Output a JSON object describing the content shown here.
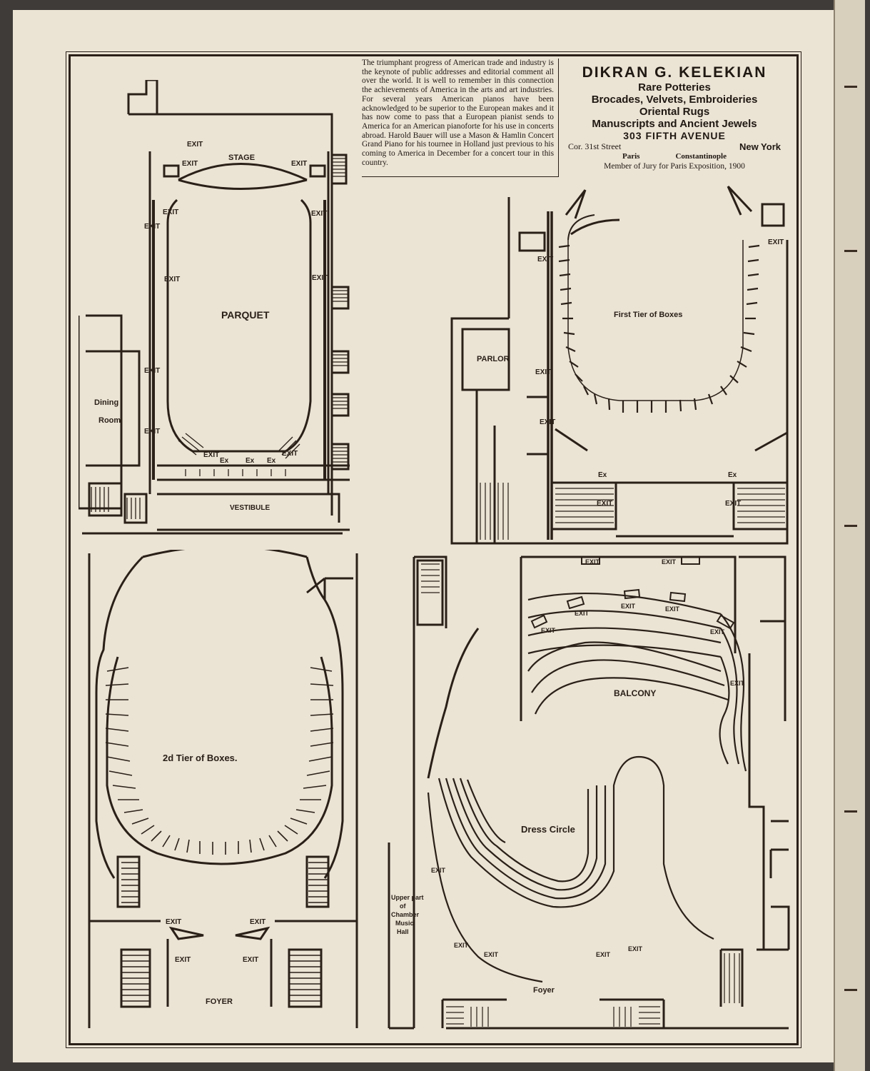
{
  "article": {
    "text": "The triumphant progress of American trade and industry is the keynote of public addresses and editorial comment all over the world. It is well to remember in this connection the achievements of America in the arts and art industries. For several years American pianos have been acknowledged to be superior to the European makes and it has now come to pass that a European pianist sends to America for an American pianoforte for his use in concerts abroad. Harold Bauer will use a Mason & Hamlin Concert Grand Piano for his tournee in Holland just previous to his coming to America in December for a concert tour in this country."
  },
  "advert": {
    "name": "DIKRAN G. KELEKIAN",
    "line1": "Rare Potteries",
    "line2": "Brocades, Velvets, Embroideries",
    "line3": "Oriental Rugs",
    "line4": "Manuscripts and Ancient Jewels",
    "address": "303 FIFTH AVENUE",
    "corner": "Cor. 31st Street",
    "city": "New York",
    "branch1": "Paris",
    "branch2": "Constantinople",
    "jury": "Member of Jury for Paris Exposition, 1900"
  },
  "plans": {
    "parquet": {
      "stage": "STAGE",
      "parquet": "PARQUET",
      "vestibule": "VESTIBULE",
      "dining": "Dining",
      "room": "Room",
      "exit": "EXIT",
      "ex": "Ex"
    },
    "first_tier": {
      "title": "First Tier of Boxes",
      "parlor": "PARLOR",
      "exit": "EXIT",
      "ex": "Ex"
    },
    "second_tier": {
      "title": "2d Tier of Boxes.",
      "foyer": "FOYER",
      "exit": "EXIT"
    },
    "dress_circle": {
      "title": "Dress Circle",
      "balcony": "BALCONY",
      "foyer": "Foyer",
      "exit": "EXIT",
      "note1": "Upper part",
      "note2": "of",
      "note3": "Chamber",
      "note4": "Music",
      "note5": "Hall"
    }
  },
  "colors": {
    "ink": "#2a2018",
    "paper": "#ebe3d4"
  }
}
